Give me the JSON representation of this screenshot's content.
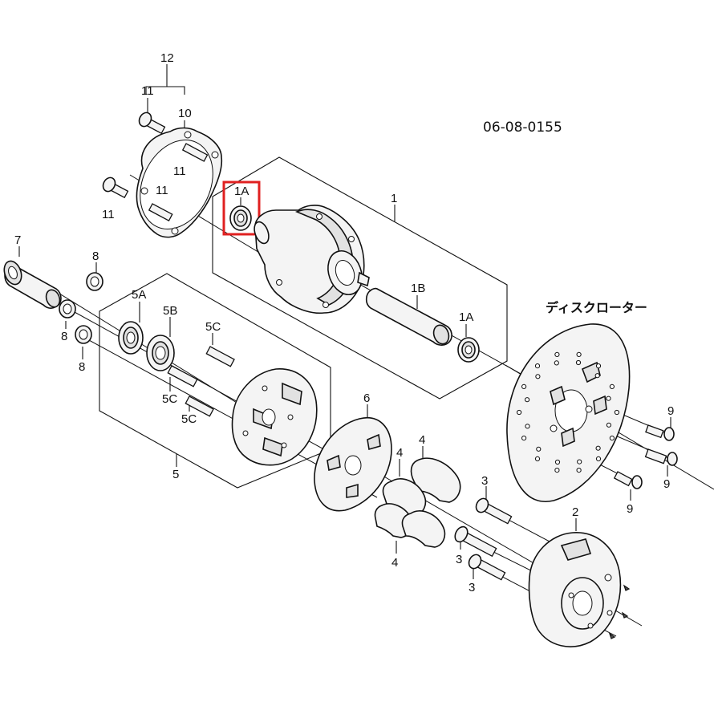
{
  "diagram": {
    "code": "06-08-0155",
    "disc_rotor_label": "ディスクローター",
    "highlight_color": "#e02020",
    "parts": {
      "p1": "1",
      "p1A_top": "1A",
      "p1A_bottom": "1A",
      "p1B": "1B",
      "p2": "2",
      "p3_a": "3",
      "p3_b": "3",
      "p3_c": "3",
      "p4_a": "4",
      "p4_b": "4",
      "p4_c": "4",
      "p5": "5",
      "p5A": "5A",
      "p5B": "5B",
      "p5C_a": "5C",
      "p5C_b": "5C",
      "p5C_c": "5C",
      "p6": "6",
      "p7": "7",
      "p8_a": "8",
      "p8_b": "8",
      "p8_c": "8",
      "p9_a": "9",
      "p9_b": "9",
      "p9_c": "9",
      "p10": "10",
      "p11_a": "11",
      "p11_b": "11",
      "p11_c": "11",
      "p11_d": "11",
      "p12": "12"
    }
  }
}
